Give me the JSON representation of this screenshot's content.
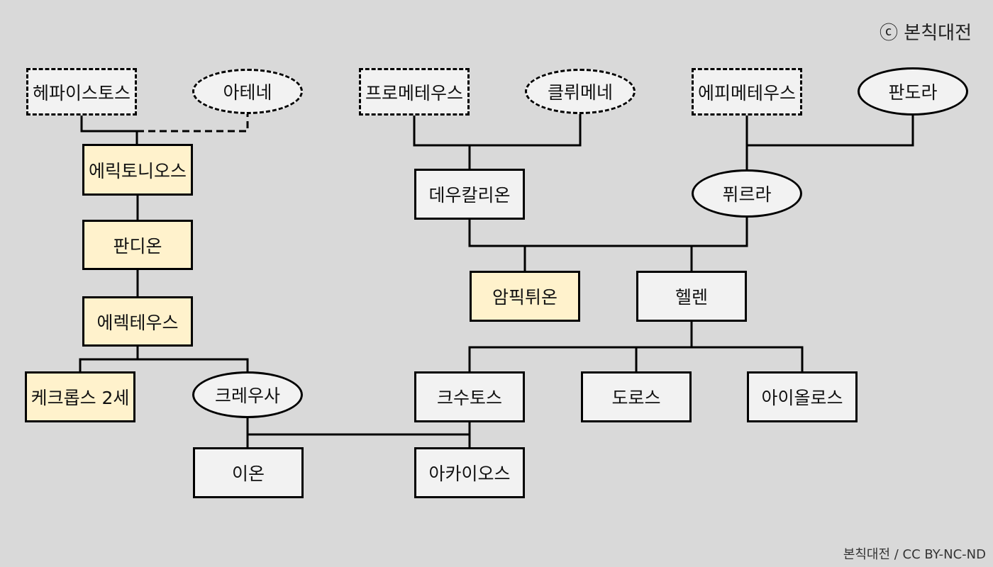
{
  "watermark": "ⓒ 본칙대전",
  "credit": "본칙대전 / CC BY-NC-ND",
  "nodes": {
    "hephaestus": "헤파이스토스",
    "athena": "아테네",
    "prometheus": "프로메테우스",
    "clymene": "클뤼메네",
    "epimetheus": "에피메테우스",
    "pandora": "판도라",
    "erichthonius": "에릭토니오스",
    "deucalion": "데우칼리온",
    "pyrrha": "퓌르라",
    "pandion": "판디온",
    "amphictyon": "암픽튀온",
    "hellen": "헬렌",
    "erechtheus": "에렉테우스",
    "cecrops2": "케크롭스 2세",
    "creusa": "크레우사",
    "xuthus": "크수토스",
    "dorus": "도로스",
    "aeolus": "아이올로스",
    "ion": "이온",
    "achaeus": "아카이오스"
  },
  "colors": {
    "background": "#d9d9d9",
    "node_fill": "#f2f2f2",
    "highlight_fill": "#fff2cc",
    "line": "#000000"
  }
}
